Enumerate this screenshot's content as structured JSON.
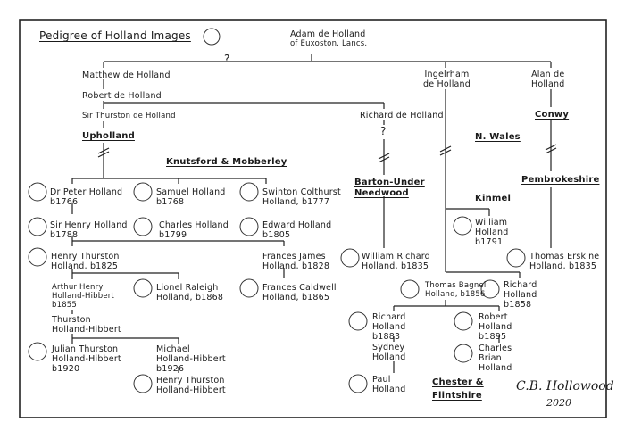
{
  "title": "Pedigree of Holland Images",
  "root": {
    "name": "Adam de Holland",
    "place": "of Euxoston, Lancs."
  },
  "unknown_mark": "?",
  "people": {
    "matthew": "Matthew de Holland",
    "robert": "Robert de Holland",
    "sir_thurston": "Sir Thurston de Holland",
    "richard_de": "Richard de Holland",
    "ingelrham_1": "Ingelrham",
    "ingelrham_2": "de Holland",
    "alan_1": "Alan de",
    "alan_2": "Holland",
    "peter_1": "Dr Peter Holland",
    "peter_2": "b1766",
    "samuel_1": "Samuel Holland",
    "samuel_2": "b1768",
    "swinton_1": "Swinton Colthurst",
    "swinton_2": "Holland, b1777",
    "henry_1": "Sir Henry Holland",
    "henry_2": "b1788",
    "charles_1": "Charles Holland",
    "charles_2": "b1799",
    "edward_1": "Edward Holland",
    "edward_2": "b1805",
    "henry_thurston_1": "Henry Thurston",
    "henry_thurston_2": "Holland, b1825",
    "frances_james_1": "Frances James",
    "frances_james_2": "Holland, b1828",
    "arthur_1": "Arthur Henry",
    "arthur_2": "Holland-Hibbert",
    "arthur_3": "b1855",
    "lionel_1": "Lionel Raleigh",
    "lionel_2": "Holland, b1868",
    "frances_caldwell_1": "Frances Caldwell",
    "frances_caldwell_2": "Holland, b1865",
    "thurston_hh_1": "Thurston",
    "thurston_hh_2": "Holland-Hibbert",
    "julian_1": "Julian Thurston",
    "julian_2": "Holland-Hibbert",
    "julian_3": "b1920",
    "michael_1": "Michael",
    "michael_2": "Holland-Hibbert",
    "michael_3": "b1926",
    "henry_hh_1": "Henry Thurston",
    "henry_hh_2": "Holland-Hibbert",
    "william_richard_1": "William Richard",
    "william_richard_2": "Holland, b1835",
    "william_1": "William",
    "william_2": "Holland",
    "william_3": "b1791",
    "thomas_erskine_1": "Thomas Erskine",
    "thomas_erskine_2": "Holland, b1835",
    "thomas_bagnell_1": "Thomas Bagnell",
    "thomas_bagnell_2": "Holland, b1856",
    "richard_1858_1": "Richard",
    "richard_1858_2": "Holland",
    "richard_1858_3": "b1858",
    "richard_1883_1": "Richard",
    "richard_1883_2": "Holland",
    "richard_1883_3": "b1883",
    "robert_1895_1": "Robert",
    "robert_1895_2": "Holland",
    "robert_1895_3": "b1895",
    "sydney_1": "Sydney",
    "sydney_2": "Holland",
    "charles_brian_1": "Charles",
    "charles_brian_2": "Brian",
    "charles_brian_3": "Holland",
    "paul_1": "Paul",
    "paul_2": "Holland"
  },
  "places": {
    "upholland": "Upholland",
    "knutsford": "Knutsford & Mobberley",
    "barton_1": "Barton-Under",
    "barton_2": "Needwood",
    "n_wales": "N. Wales",
    "conwy": "Conwy",
    "kinmel": "Kinmel",
    "pembrokeshire": "Pembrokeshire",
    "chester_1": "Chester &",
    "chester_2": "Flintshire"
  },
  "signature": {
    "name": "C.B. Hollowood",
    "year": "2020"
  }
}
